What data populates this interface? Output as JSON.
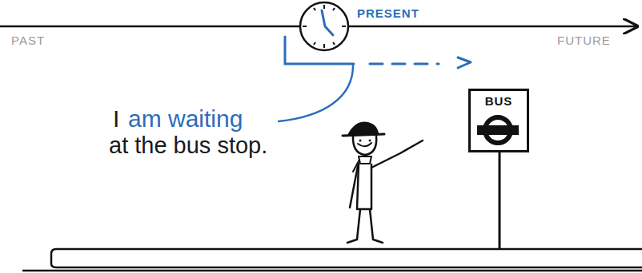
{
  "diagram": {
    "nodes": [
      {
        "text": [
          "BUS"
        ]
      }
    ],
    "labels": [
      "PAST",
      "PRESENT",
      "FUTURE",
      "I",
      "am waiting",
      "at the bus stop."
    ]
  }
}
